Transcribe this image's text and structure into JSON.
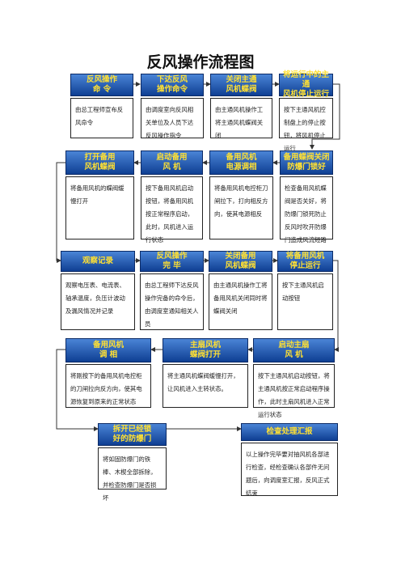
{
  "title": "反风操作流程图",
  "steps": [
    {
      "head": "反风操作\n命  令",
      "body": "由总工程师宣布反风命令"
    },
    {
      "head": "下达反风\n操作命令",
      "body": "由调度室向反风相关单位及人员下达反风操作指令"
    },
    {
      "head": "关闭主通\n风机蝶阀",
      "body": "由主通风机操作工将主通风机蝶阀关闭"
    },
    {
      "head": "将运行中的主通\n风机停止运行",
      "body": "按下主通风机控制盘上的停止按钮，将风机停止运行"
    },
    {
      "head": "备用蝶阀关闭\n防爆门锁好",
      "body": "检查备用风机蝶阀是否关好，将防爆门锁死防止反风时吹开防爆门造成风流短路"
    },
    {
      "head": "备用风机\n电源调相",
      "body": "将备用风机电控柜刀闸拉下，打向相反方向，使其电源相反"
    },
    {
      "head": "启动备用\n风    机",
      "body": "按下备用风机启动按钮，将备用风机按正常程序启动，此时，风机进入运行状态"
    },
    {
      "head": "打开备用\n风机蝶阀",
      "body": "将备用风机的蝶阀缓慢打开"
    },
    {
      "head": "观察记录",
      "body": "观察电压表、电流表、轴承温度，负压计波动及漏风情况并记录"
    },
    {
      "head": "反风操作\n完    毕",
      "body": "由总工程师下达反风操作完备的命令后，由调度室通知相关人员"
    },
    {
      "head": "关闭备用\n风机蝶阀",
      "body": "由主通风机操作工将备用风机关闭同时将蝶阀关闭"
    },
    {
      "head": "将备用风机\n停止运行",
      "body": "按下主通风机启动按钮"
    },
    {
      "head": "启动主扇\n风    机",
      "body": "按下主通风机启动按钮，将主通风机按正常启动程序操作，此时主扇风机进入正常运行状态"
    },
    {
      "head": "主扇风机\n蝶阀打开",
      "body": "将主通风机蝶阀缓慢打开，让风机进入主转状态。"
    },
    {
      "head": "备用风机\n调    相",
      "body": "将刚按下的备用风机电控柜的刀闸拉向反方向，使其电源恢复到原来的正常状态"
    },
    {
      "head": "拆开已经锁\n好的防爆门",
      "body": "将如固防爆门的铁棒、木楔全部拆除，并检查防爆门是否损坏"
    },
    {
      "head": "检查处理汇报",
      "body": "以上操作完毕要对抽风机各部进行检查，经检查确认各部件无问题后，向调度室汇报，反风正式结束"
    }
  ]
}
